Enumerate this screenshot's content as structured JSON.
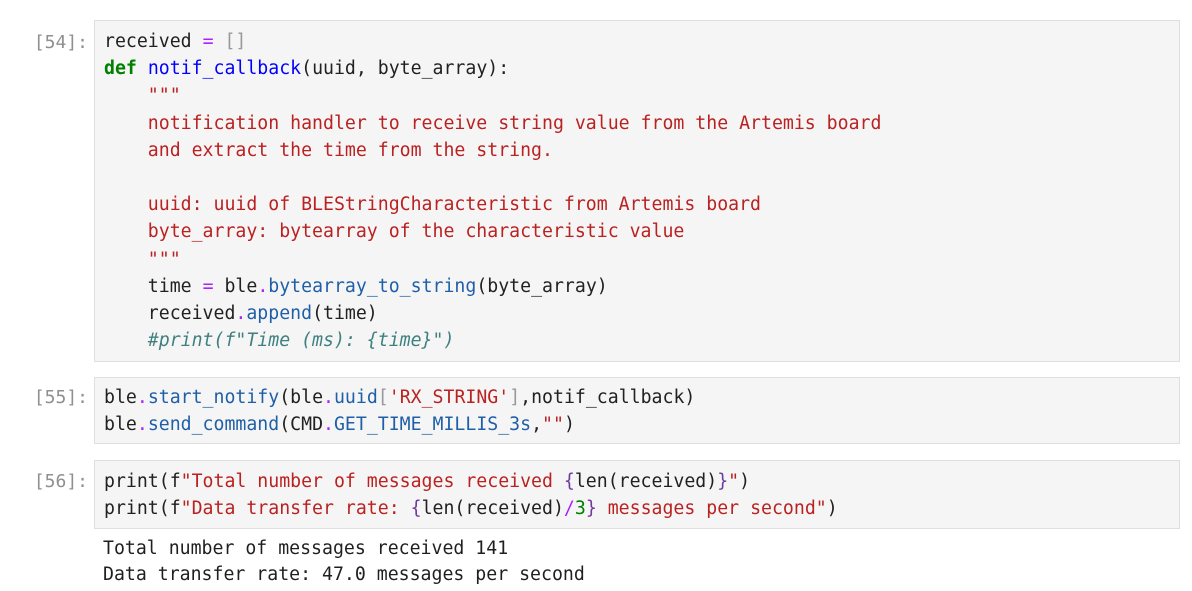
{
  "cells": [
    {
      "prompt": "[54]:",
      "lines": [
        [
          [
            "pn",
            "received "
          ],
          [
            "op",
            "="
          ],
          [
            "pn",
            " "
          ],
          [
            "br",
            "[]"
          ]
        ],
        [
          [
            "kw",
            "def"
          ],
          [
            "pn",
            " "
          ],
          [
            "fn",
            "notif_callback"
          ],
          [
            "pn",
            "(uuid, byte_array):"
          ]
        ],
        [
          [
            "doc",
            "    \"\"\""
          ]
        ],
        [
          [
            "doc",
            "    notification handler to receive string value from the Artemis board"
          ]
        ],
        [
          [
            "doc",
            "    and extract the time from the string."
          ]
        ],
        [
          [
            "doc",
            ""
          ]
        ],
        [
          [
            "doc",
            "    uuid: uuid of BLEStringCharacteristic from Artemis board"
          ]
        ],
        [
          [
            "doc",
            "    byte_array: bytearray of the characteristic value"
          ]
        ],
        [
          [
            "doc",
            "    \"\"\""
          ]
        ],
        [
          [
            "pn",
            "    time "
          ],
          [
            "op",
            "="
          ],
          [
            "pn",
            " ble"
          ],
          [
            "op",
            "."
          ],
          [
            "attr",
            "bytearray_to_string"
          ],
          [
            "pn",
            "(byte_array)"
          ]
        ],
        [
          [
            "pn",
            "    received"
          ],
          [
            "op",
            "."
          ],
          [
            "attr",
            "append"
          ],
          [
            "pn",
            "(time)"
          ]
        ],
        [
          [
            "cm",
            "    #print(f\"Time (ms): {time}\")"
          ]
        ]
      ]
    },
    {
      "prompt": "[55]:",
      "lines": [
        [
          [
            "pn",
            "ble"
          ],
          [
            "op",
            "."
          ],
          [
            "attr",
            "start_notify"
          ],
          [
            "pn",
            "(ble"
          ],
          [
            "op",
            "."
          ],
          [
            "attr",
            "uuid"
          ],
          [
            "br",
            "["
          ],
          [
            "str",
            "'RX_STRING'"
          ],
          [
            "br",
            "]"
          ],
          [
            "pn",
            ",notif_callback)"
          ]
        ],
        [
          [
            "pn",
            "ble"
          ],
          [
            "op",
            "."
          ],
          [
            "attr",
            "send_command"
          ],
          [
            "pn",
            "(CMD"
          ],
          [
            "op",
            "."
          ],
          [
            "attr",
            "GET_TIME_MILLIS_3s"
          ],
          [
            "pn",
            ","
          ],
          [
            "str",
            "\"\""
          ],
          [
            "pn",
            ")"
          ]
        ]
      ]
    },
    {
      "prompt": "[56]:",
      "lines": [
        [
          [
            "pn",
            "print(f"
          ],
          [
            "str",
            "\"Total number of messages received "
          ],
          [
            "fstr",
            "{"
          ],
          [
            "pn",
            "len(received)"
          ],
          [
            "fstr",
            "}"
          ],
          [
            "str",
            "\""
          ],
          [
            "pn",
            ")"
          ]
        ],
        [
          [
            "pn",
            "print(f"
          ],
          [
            "str",
            "\"Data transfer rate: "
          ],
          [
            "fstr",
            "{"
          ],
          [
            "pn",
            "len(received)"
          ],
          [
            "op",
            "/"
          ],
          [
            "num",
            "3"
          ],
          [
            "fstr",
            "}"
          ],
          [
            "str",
            " messages per second\""
          ],
          [
            "pn",
            ")"
          ]
        ]
      ],
      "output": [
        "Total number of messages received 141",
        "Data transfer rate: 47.0 messages per second"
      ]
    }
  ]
}
